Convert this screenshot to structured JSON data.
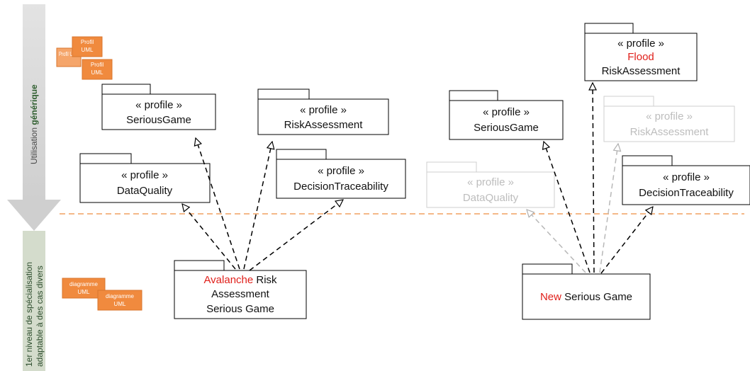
{
  "side_band": {
    "top_label": "Utilisation ",
    "top_label_emph": "générique",
    "bottom_line1": "1er niveau de spécialisation",
    "bottom_line2": "adaptable à des cas divers"
  },
  "stickers": {
    "profil_uml": [
      "Profil UML",
      "Profil UML",
      "Profil UML"
    ],
    "diagramme_uml": [
      "diagramme UML",
      "diagramme UML"
    ]
  },
  "left_group": {
    "serious_game": {
      "stereotype": "« profile »",
      "name": "SeriousGame"
    },
    "risk_assessment": {
      "stereotype": "« profile »",
      "name": "RiskAssessment"
    },
    "data_quality": {
      "stereotype": "« profile »",
      "name": "DataQuality"
    },
    "decision_traceability": {
      "stereotype": "« profile »",
      "name": "DecisionTraceability"
    },
    "specialized": {
      "highlight": "Avalanche",
      "line1_rest": " Risk",
      "line2": "Assessment",
      "line3": "Serious Game"
    }
  },
  "right_group": {
    "flood_risk": {
      "stereotype": "« profile »",
      "highlight": "Flood",
      "name": "RiskAssessment"
    },
    "serious_game": {
      "stereotype": "« profile »",
      "name": "SeriousGame"
    },
    "risk_assessment_faded": {
      "stereotype": "« profile »",
      "name": "RiskAssessment"
    },
    "data_quality_faded": {
      "stereotype": "« profile »",
      "name": "DataQuality"
    },
    "decision_traceability": {
      "stereotype": "« profile »",
      "name": "DecisionTraceability"
    },
    "specialized": {
      "highlight": "New",
      "rest": " Serious Game"
    }
  },
  "colors": {
    "divider": "#f0a060",
    "highlight": "#e0201b",
    "faded": "#bdbdbd",
    "sticker": "#f08a3e",
    "band_top": "#d9d9d9",
    "band_bottom": "#d2d9cc",
    "green_text": "#2e5e2e"
  }
}
